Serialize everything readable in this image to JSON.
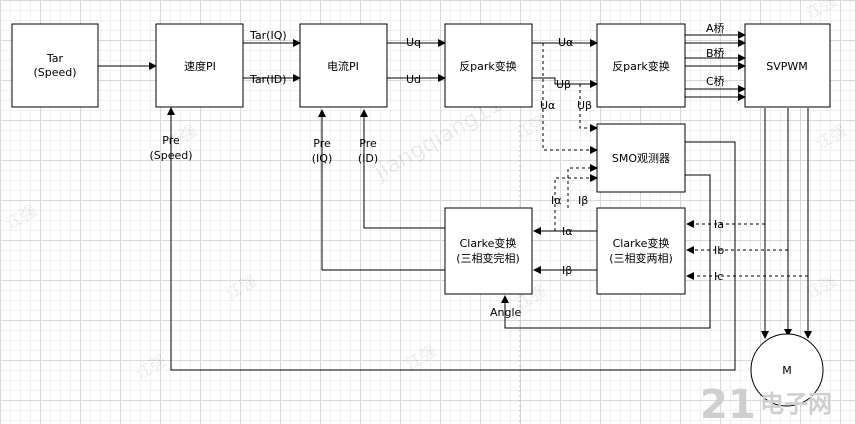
{
  "blocks": {
    "tar": [
      "Tar",
      "(Speed)"
    ],
    "speed_pi": [
      "速度PI"
    ],
    "current_pi": [
      "电流PI"
    ],
    "inv_park_1": [
      "反park变换"
    ],
    "inv_park_2": [
      "反park变换"
    ],
    "svpwm": [
      "SVPWM"
    ],
    "smo": [
      "SMO观测器"
    ],
    "clarke_1": [
      "Clarke变换",
      "(三相变完相)"
    ],
    "clarke_2": [
      "Clarke变换",
      "(三相变两相)"
    ],
    "motor": [
      "M"
    ]
  },
  "labels": {
    "tar_iq": "Tar(IQ)",
    "tar_id": "Tar(ID)",
    "uq": "Uq",
    "ud": "Ud",
    "u_alpha_top": "Uα",
    "u_beta_top": "Uβ",
    "u_alpha_down": "Uα",
    "u_beta_down": "Uβ",
    "a_bridge": "A桥",
    "b_bridge": "B桥",
    "c_bridge": "C桥",
    "pre_speed": [
      "Pre",
      "(Speed)"
    ],
    "pre_iq": [
      "Pre",
      "(IQ)"
    ],
    "pre_id": [
      "Pre",
      "(ID)"
    ],
    "i_alpha_up": "Iα",
    "i_beta_up": "Iβ",
    "i_alpha": "Iα",
    "i_beta": "Iβ",
    "ia": "Ia",
    "ib": "Ib",
    "ic": "Ic",
    "angle": "Angle"
  },
  "watermark": {
    "brand_digits": "21",
    "brand_text": "电子网",
    "marks": [
      "江强",
      "jiangqiang11"
    ]
  }
}
